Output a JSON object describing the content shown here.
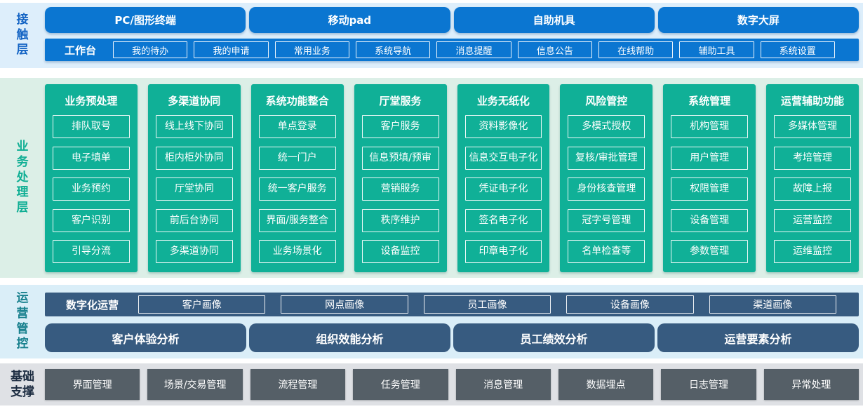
{
  "contact": {
    "label": "接触层",
    "channels": [
      "PC/图形终端",
      "移动pad",
      "自助机具",
      "数字大屏"
    ],
    "workbench": {
      "label": "工作台",
      "items": [
        "我的待办",
        "我的申请",
        "常用业务",
        "系统导航",
        "消息提醒",
        "信息公告",
        "在线帮助",
        "辅助工具",
        "系统设置"
      ]
    }
  },
  "business": {
    "label": "业务处理层",
    "columns": [
      {
        "title": "业务预处理",
        "items": [
          "排队取号",
          "电子填单",
          "业务预约",
          "客户识别",
          "引导分流"
        ]
      },
      {
        "title": "多渠道协同",
        "items": [
          "线上线下协同",
          "柜内柜外协同",
          "厅堂协同",
          "前后台协同",
          "多渠道协同"
        ]
      },
      {
        "title": "系统功能整合",
        "items": [
          "单点登录",
          "统一门户",
          "统一客户服务",
          "界面/服务整合",
          "业务场景化"
        ]
      },
      {
        "title": "厅堂服务",
        "items": [
          "客户服务",
          "信息预填/预审",
          "营销服务",
          "秩序维护",
          "设备监控"
        ]
      },
      {
        "title": "业务无纸化",
        "items": [
          "资料影像化",
          "信息交互电子化",
          "凭证电子化",
          "签名电子化",
          "印章电子化"
        ]
      },
      {
        "title": "风险管控",
        "items": [
          "多模式授权",
          "复核/审批管理",
          "身份核查管理",
          "冠字号管理",
          "名单检查等"
        ]
      },
      {
        "title": "系统管理",
        "items": [
          "机构管理",
          "用户管理",
          "权限管理",
          "设备管理",
          "参数管理"
        ]
      },
      {
        "title": "运营辅助功能",
        "items": [
          "多媒体管理",
          "考培管理",
          "故障上报",
          "运营监控",
          "运维监控"
        ]
      }
    ]
  },
  "operations": {
    "label": "运营管控",
    "digital_ops": {
      "label": "数字化运营",
      "items": [
        "客户画像",
        "网点画像",
        "员工画像",
        "设备画像",
        "渠道画像"
      ]
    },
    "analysis": [
      "客户体验分析",
      "组织效能分析",
      "员工绩效分析",
      "运营要素分析"
    ]
  },
  "foundation": {
    "label": "基础支撑",
    "items": [
      "界面管理",
      "场景/交易管理",
      "流程管理",
      "任务管理",
      "消息管理",
      "数据埋点",
      "日志管理",
      "异常处理"
    ]
  },
  "colors": {
    "blue": "#0b76d1",
    "teal": "#10b097",
    "slate": "#375b80",
    "gray": "#555f67",
    "band_blue": "#ddeefb",
    "band_green": "#dcefe7",
    "band_lightblue": "#daeef8",
    "band_gray": "#dfe1e5",
    "label_blue": "#1464c4",
    "label_green": "#0fae94",
    "label_teal": "#17808d",
    "label_dark": "#1b2b40"
  }
}
